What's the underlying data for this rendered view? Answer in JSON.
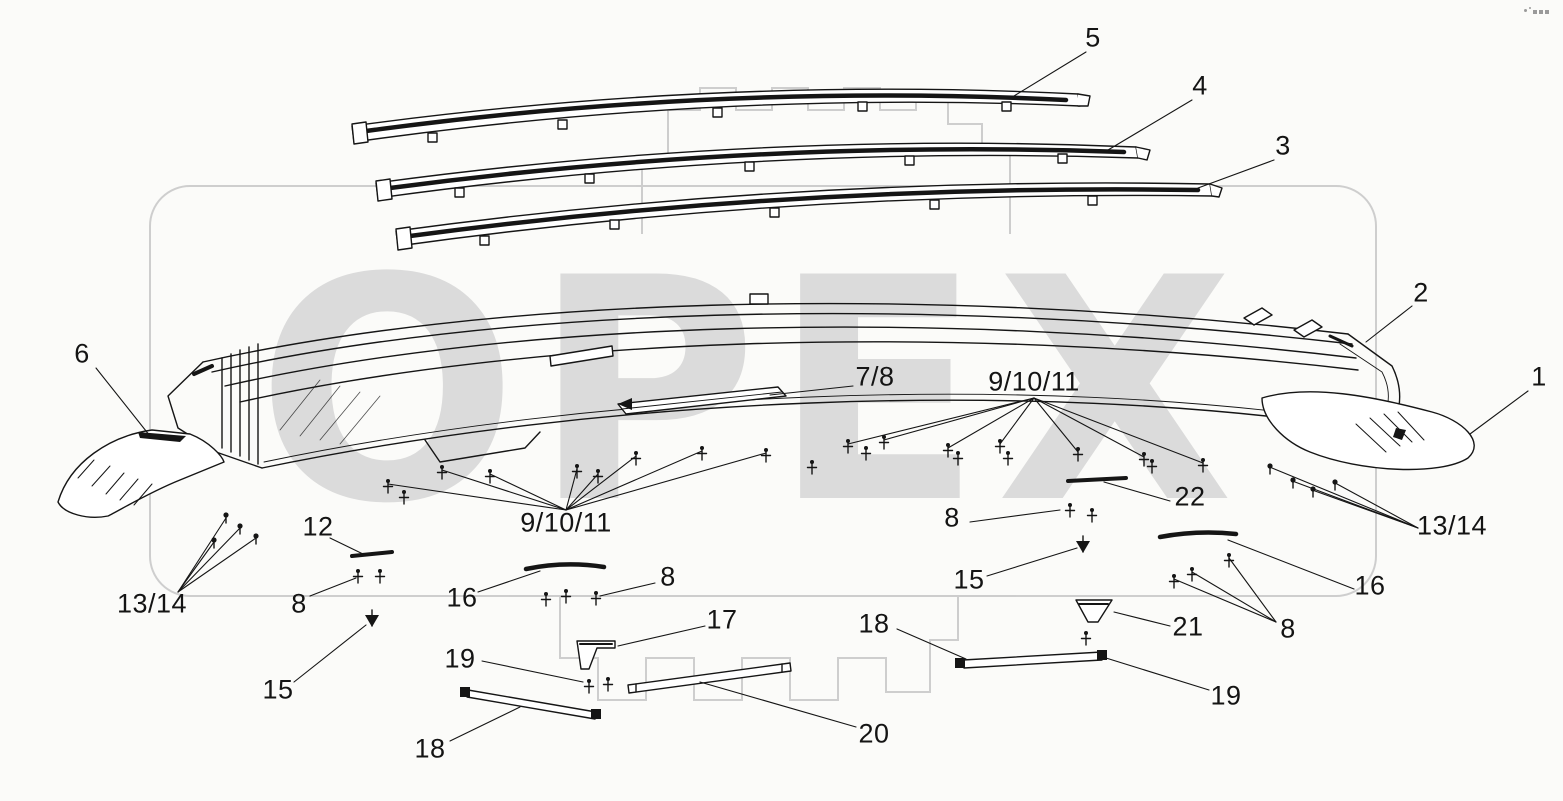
{
  "watermark": {
    "text": "OPEX"
  },
  "corner_logo": {
    "icon": "dots-grid-icon"
  },
  "colors": {
    "line": "#151515",
    "watermark_text": "#d4d4d4",
    "watermark_outline": "#c9c9c9",
    "background": "#fbfbf9"
  },
  "labels": {
    "l5": {
      "text": "5"
    },
    "l4": {
      "text": "4"
    },
    "l3": {
      "text": "3"
    },
    "l2": {
      "text": "2"
    },
    "l1": {
      "text": "1"
    },
    "l6": {
      "text": "6"
    },
    "l78": {
      "text": "7/8"
    },
    "l91011r": {
      "text": "9/10/11"
    },
    "l91011l": {
      "text": "9/10/11"
    },
    "l12": {
      "text": "12"
    },
    "l1314l": {
      "text": "13/14"
    },
    "l1314r": {
      "text": "13/14"
    },
    "l8a": {
      "text": "8"
    },
    "l8b": {
      "text": "8"
    },
    "l8c": {
      "text": "8"
    },
    "l8d": {
      "text": "8"
    },
    "l15l": {
      "text": "15"
    },
    "l15r": {
      "text": "15"
    },
    "l16l": {
      "text": "16"
    },
    "l16r": {
      "text": "16"
    },
    "l17": {
      "text": "17"
    },
    "l18l": {
      "text": "18"
    },
    "l18r": {
      "text": "18"
    },
    "l19l": {
      "text": "19"
    },
    "l19r": {
      "text": "19"
    },
    "l20": {
      "text": "20"
    },
    "l21": {
      "text": "21"
    },
    "l22": {
      "text": "22"
    }
  }
}
